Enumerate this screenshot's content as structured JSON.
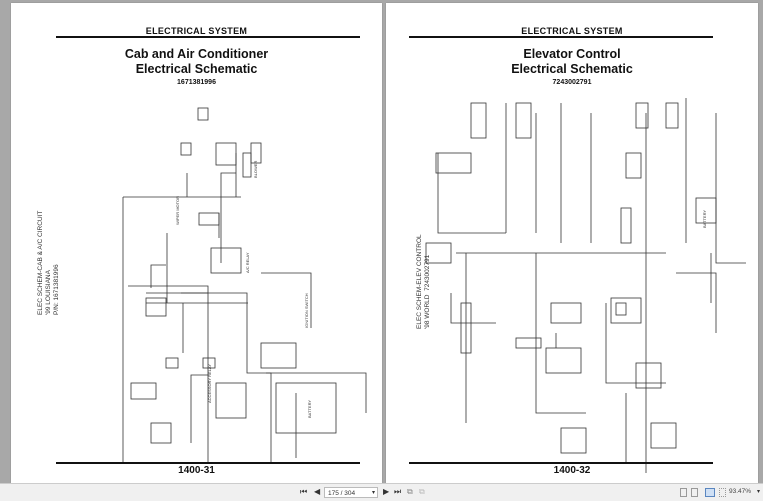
{
  "pages": [
    {
      "header": "ELECTRICAL SYSTEM",
      "title_line1": "Cab and Air Conditioner",
      "title_line2": "Electrical Schematic",
      "part_number": "1671381996",
      "footer": "1400-31",
      "rotated_label": "ELEC SCHEM-CAB & A/C CIRCUIT\n'99 LOUISIANA\nP/N: 1671381996",
      "component_labels": [
        "BLOWER",
        "A/C RELAY",
        "IGNITION SWITCH",
        "ACCESSORY RELAY",
        "WIPER MOTOR",
        "BATTERY"
      ]
    },
    {
      "header": "ELECTRICAL SYSTEM",
      "title_line1": "Elevator Control",
      "title_line2": "Electrical Schematic",
      "part_number": "7243002791",
      "footer": "1400-32",
      "rotated_label": "ELEC SCHEM-ELEV CONTROL\n'98 WORLD  7243002791",
      "component_labels": [
        "BATTERY"
      ]
    }
  ],
  "toolbar": {
    "page_field": "175 / 304",
    "zoom_level": "93.47%",
    "icons": [
      "first-page-icon",
      "previous-page-icon",
      "next-page-icon",
      "last-page-icon",
      "previous-view-icon",
      "next-view-icon",
      "single-page-icon",
      "continuous-icon",
      "facing-pages-icon",
      "continuous-facing-icon"
    ]
  }
}
